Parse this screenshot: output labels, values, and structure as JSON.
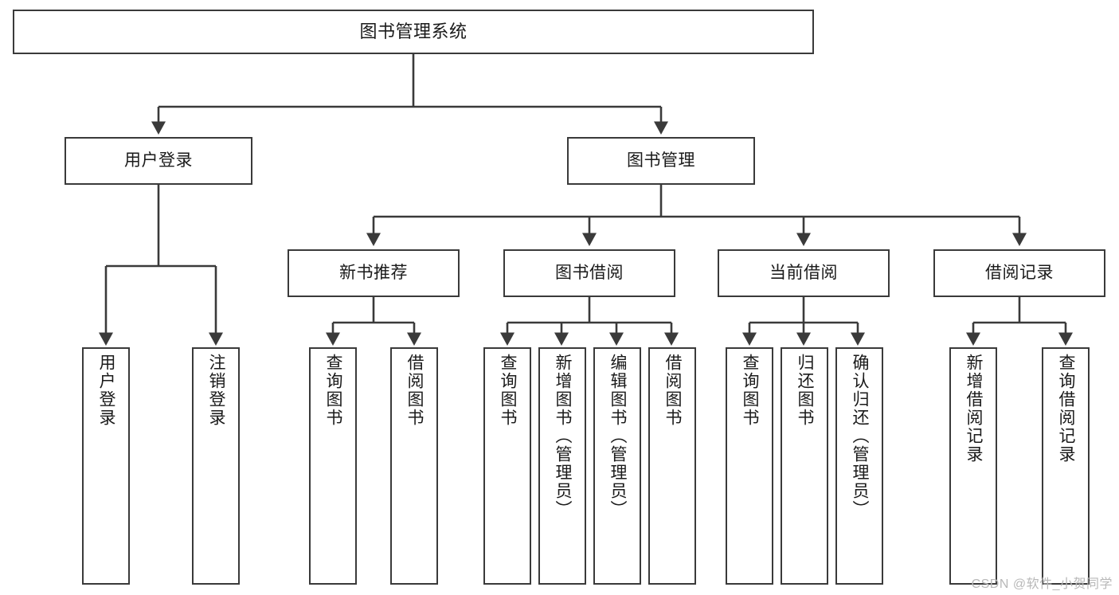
{
  "diagram": {
    "title": "图书管理系统",
    "type": "tree-hierarchy-diagram",
    "colors": {
      "background": "#ffffff",
      "box_border": "#3a3a3a",
      "box_fill": "#ffffff",
      "text": "#1a1a1a",
      "edge": "#3a3a3a",
      "watermark": "#b8b8b8"
    },
    "root": {
      "label": "图书管理系统"
    },
    "level2": [
      {
        "label": "用户登录"
      },
      {
        "label": "图书管理"
      }
    ],
    "level3": [
      {
        "label": "新书推荐"
      },
      {
        "label": "图书借阅"
      },
      {
        "label": "当前借阅"
      },
      {
        "label": "借阅记录"
      }
    ],
    "leaves": {
      "user_login": [
        {
          "label": "用户登录"
        },
        {
          "label": "注销登录"
        }
      ],
      "new_book_recommend": [
        {
          "label": "查询图书"
        },
        {
          "label": "借阅图书"
        }
      ],
      "book_borrow": [
        {
          "label": "查询图书"
        },
        {
          "label": "新增图书（管理员）"
        },
        {
          "label": "编辑图书（管理员）"
        },
        {
          "label": "借阅图书"
        }
      ],
      "current_borrow": [
        {
          "label": "查询图书"
        },
        {
          "label": "归还图书"
        },
        {
          "label": "确认归还（管理员）"
        }
      ],
      "borrow_record": [
        {
          "label": "新增借阅记录"
        },
        {
          "label": "查询借阅记录"
        }
      ]
    },
    "watermark": "CSDN @软件_小贺同学"
  }
}
